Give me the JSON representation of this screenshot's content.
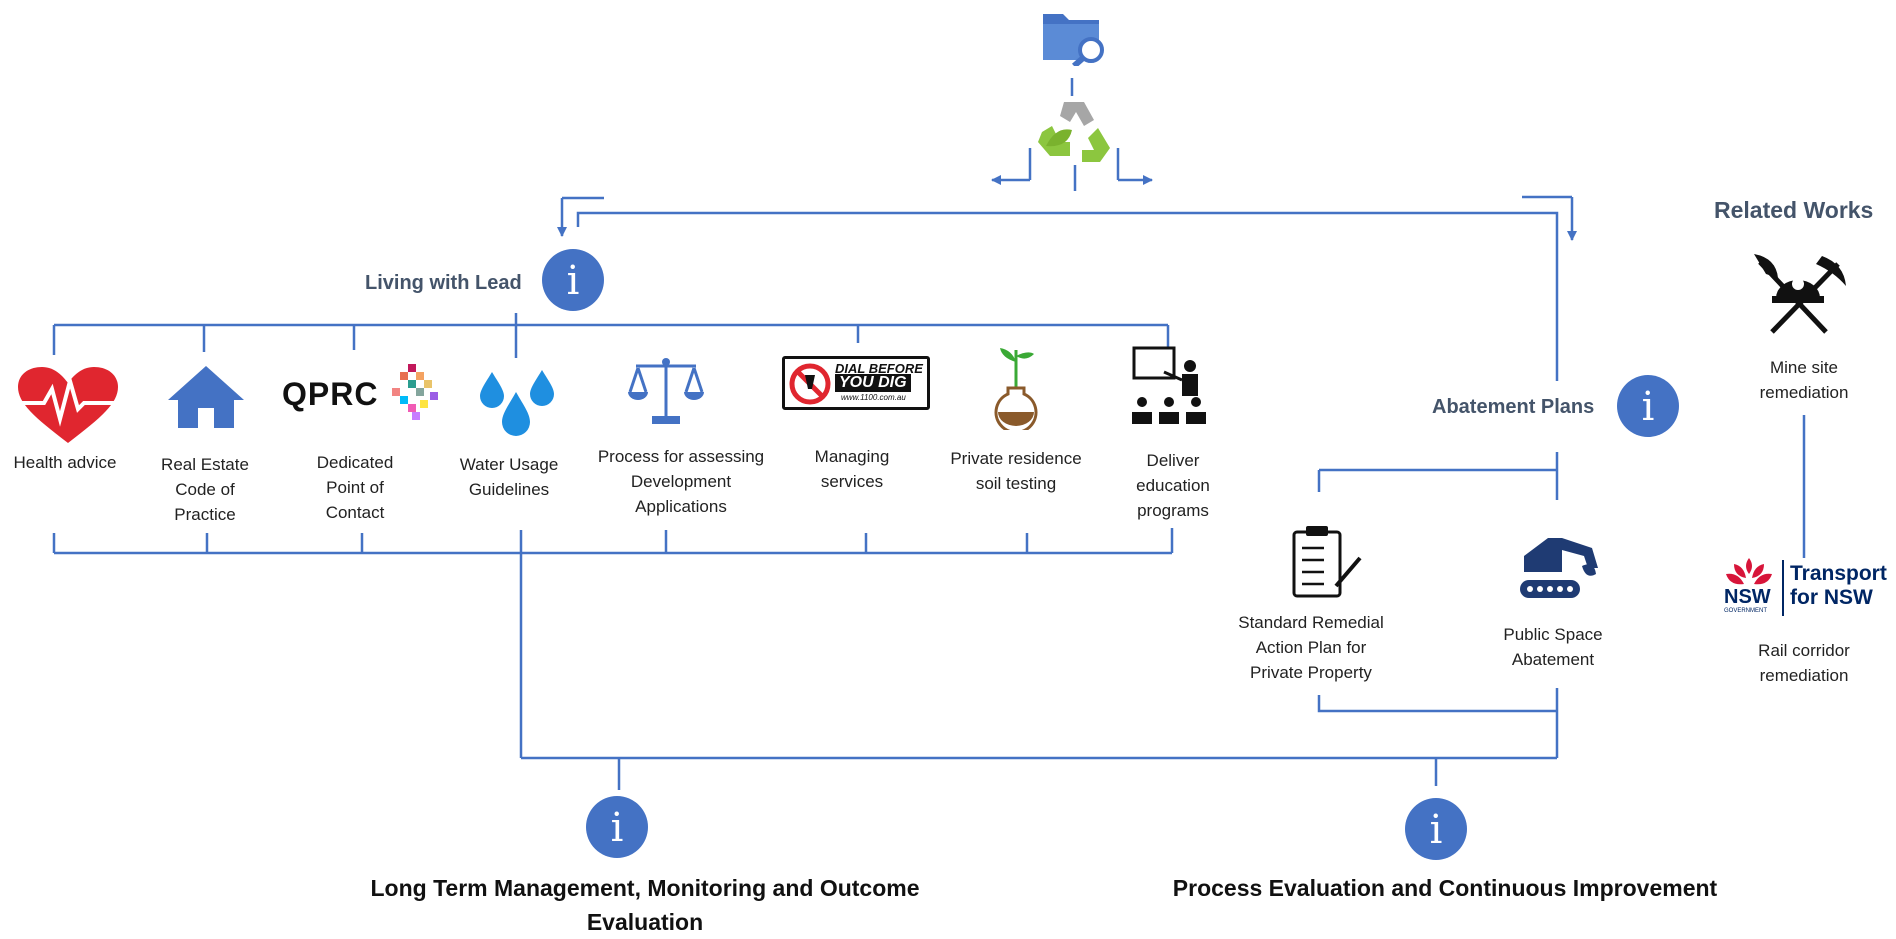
{
  "sections": {
    "living_with_lead": "Living with Lead",
    "abatement_plans": "Abatement Plans",
    "related_works": "Related Works",
    "long_term": "Long Term Management, Monitoring and Outcome\nEvaluation",
    "process_evaluation": "Process Evaluation and Continuous Improvement"
  },
  "living_items": [
    {
      "label": "Health advice",
      "icon": "heart-pulse-icon"
    },
    {
      "label": "Real Estate\nCode of\nPractice",
      "icon": "house-icon"
    },
    {
      "label": "Dedicated\nPoint of\nContact",
      "icon": "qprc-logo"
    },
    {
      "label": "Water Usage\nGuidelines",
      "icon": "water-drops-icon"
    },
    {
      "label": "Process for assessing\nDevelopment\nApplications",
      "icon": "scales-icon"
    },
    {
      "label": "Managing\nservices",
      "icon": "dial-before-you-dig-logo"
    },
    {
      "label": "Private residence\nsoil testing",
      "icon": "plant-flask-icon"
    },
    {
      "label": "Deliver\neducation\nprograms",
      "icon": "presentation-icon"
    }
  ],
  "abatement_items": [
    {
      "label": "Standard Remedial\nAction Plan for\nPrivate Property",
      "icon": "clipboard-checklist-icon"
    },
    {
      "label": "Public Space\nAbatement",
      "icon": "excavator-icon"
    }
  ],
  "related_items": [
    {
      "label": "Mine site\nremediation",
      "icon": "miner-tools-icon"
    },
    {
      "label": "Rail corridor\nremediation",
      "icon": "transport-nsw-logo"
    }
  ],
  "logos": {
    "qprc": "QPRC",
    "dial_line1": "DIAL BEFORE",
    "dial_line2": "YOU DIG",
    "dial_url": "www.1100.com.au",
    "nsw": "NSW",
    "nsw_gov": "GOVERNMENT",
    "transport_line1": "Transport",
    "transport_line2": "for NSW"
  },
  "info_glyph": "i",
  "colors": {
    "line": "#4472c4",
    "info": "#4472c4",
    "heading": "#44546a",
    "icon_blue": "#4472c4",
    "heart": "#e0262f",
    "recycle_green": "#8cc63f"
  }
}
